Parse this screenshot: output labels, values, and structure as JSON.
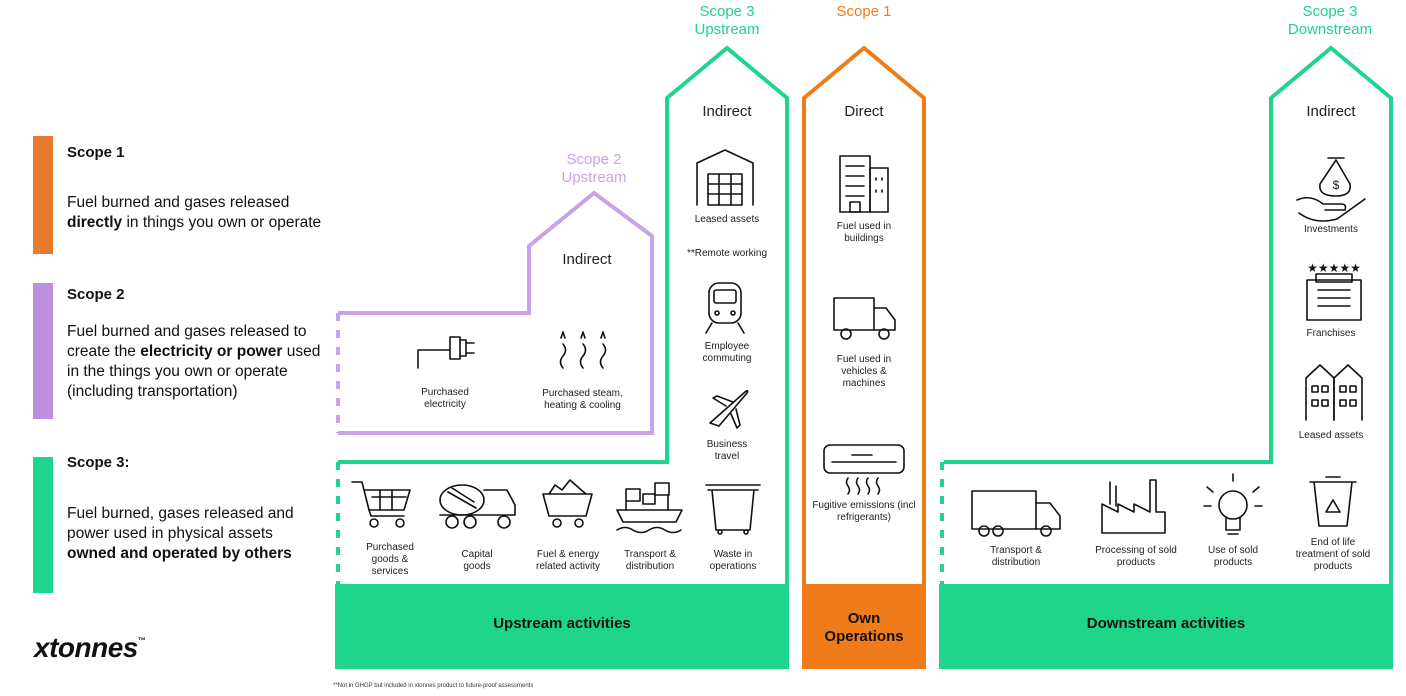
{
  "legend": [
    {
      "title": "Scope 1",
      "desc_parts": [
        "Fuel burned and gases released ",
        "directly",
        " in things you own or operate"
      ],
      "color": "#E87A2E"
    },
    {
      "title": "Scope 2",
      "desc_parts": [
        "Fuel burned and gases released to create the ",
        "electricity or power",
        " used in the things you own or operate (including transportation)"
      ],
      "color": "#C08EDF"
    },
    {
      "title": "Scope 3:",
      "desc_parts": [
        "Fuel burned, gases released and power used in physical assets ",
        "owned and operated by others",
        ""
      ],
      "color": "#1FD48B"
    }
  ],
  "logo": {
    "text": "xtonnes",
    "tm": "™"
  },
  "headers": {
    "scope3_up_1": "Scope 3",
    "scope3_up_2": "Upstream",
    "scope1": "Scope 1",
    "scope2_up_1": "Scope 2",
    "scope2_up_2": "Upstream",
    "scope3_down_1": "Scope 3",
    "scope3_down_2": "Downstream"
  },
  "house_labels": {
    "indirect_s2": "Indirect",
    "indirect_s3up": "Indirect",
    "direct": "Direct",
    "indirect_s3down": "Indirect"
  },
  "scope2_items": [
    "Purchased electricity",
    "Purchased steam, heating & cooling"
  ],
  "scope3_up_tower": [
    "Leased assets",
    "**Remote working",
    "Employee commuting",
    "Business travel"
  ],
  "scope3_up_row": [
    "Purchased goods & services",
    "Capital goods",
    "Fuel & energy related activity",
    "Transport & distribution",
    "Waste in operations"
  ],
  "scope1_items": [
    "Fuel used in buildings",
    "Fuel used in vehicles & machines",
    "Fugitive emissions (incl refrigerants)"
  ],
  "scope3_down_row": [
    "Transport & distribution",
    "Processing of sold products",
    "Use of sold products",
    "End of life treatment of sold products"
  ],
  "scope3_down_tower": [
    "Investments",
    "Franchises",
    "Leased assets"
  ],
  "bands": {
    "upstream": "Upstream activities",
    "own": "Own Operations",
    "downstream": "Downstream activities"
  },
  "footnote": "**Not in GHGP but included in xtonnes product to future-proof assessments",
  "colors": {
    "green": "#1FD48B",
    "orange": "#F07B1A",
    "purple": "#C7A3E8"
  }
}
